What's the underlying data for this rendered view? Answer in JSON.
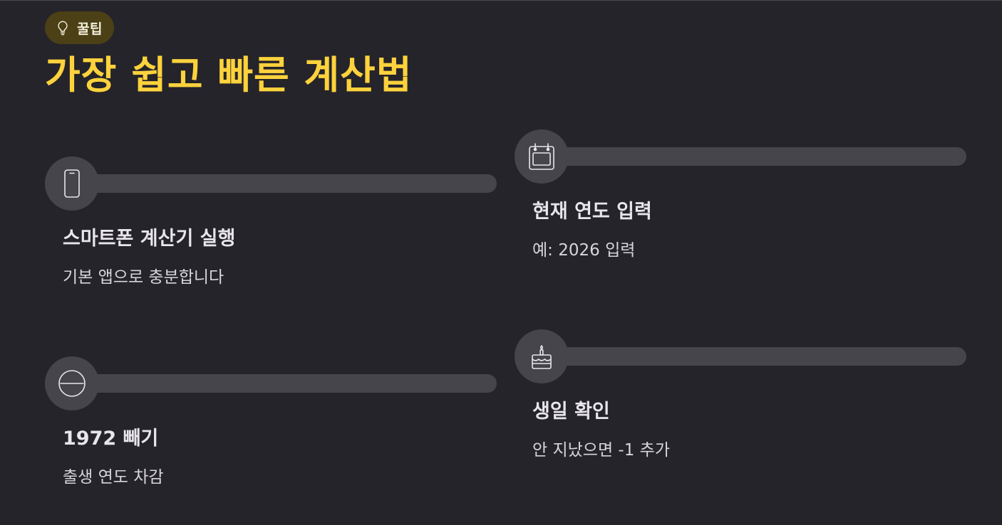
{
  "badge": {
    "icon": "lightbulb-icon",
    "label": "꿀팁",
    "background_color": "#4b4016"
  },
  "title": "가장 쉽고 빠른 계산법",
  "colors": {
    "background": "#25242a",
    "accent": "#fdd23c",
    "track": "#46454b"
  },
  "steps": [
    {
      "icon": "smartphone-icon",
      "title": "스마트폰 계산기 실행",
      "description": "기본 앱으로 충분합니다"
    },
    {
      "icon": "calendar-icon",
      "title": "현재 연도 입력",
      "description": "예: 2026 입력"
    },
    {
      "icon": "minus-circle-icon",
      "title": "1972 빼기",
      "description": "출생 연도 차감"
    },
    {
      "icon": "birthday-cake-icon",
      "title": "생일 확인",
      "description": "안 지났으면 -1 추가"
    }
  ]
}
